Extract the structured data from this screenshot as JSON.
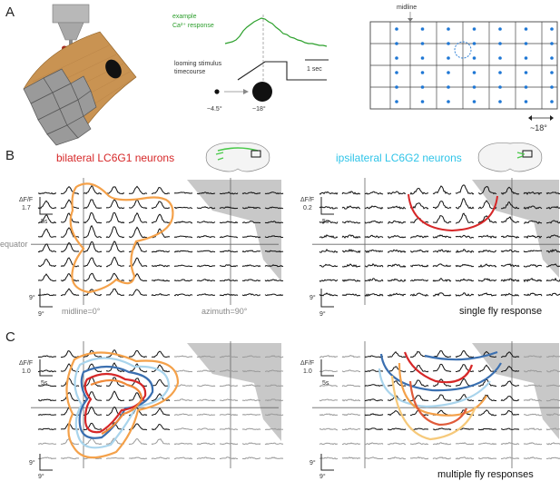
{
  "panels": {
    "a": {
      "letter": "A",
      "trace_label": "example\nCa²⁺ response",
      "stimulus_label": "looming stimulus\ntimecourse",
      "time_scale": "1 sec",
      "size_start": "~4.5°",
      "size_end": "~18°",
      "grid_label": "midline",
      "grid_scale": "~18°",
      "grid_dots": {
        "rows": 6,
        "cols": 7
      }
    },
    "b": {
      "letter": "B",
      "left_title": "bilateral LC6G1 neurons",
      "right_title": "ipsilateral LC6G2 neurons",
      "left_scale_y": "ΔF/F\n1.7",
      "right_scale_y": "ΔF/F\n0.2",
      "scale_x": "5s",
      "equator": "equator",
      "midline": "midline=0°",
      "azimuth": "azimuth=90°",
      "deg": "9°",
      "caption": "single fly response"
    },
    "c": {
      "letter": "C",
      "left_scale_y": "ΔF/F\n1.0",
      "right_scale_y": "ΔF/F\n1.0",
      "scale_x": "5s",
      "deg": "9°",
      "caption": "multiple fly responses"
    }
  },
  "colors": {
    "lc6g1": "#d62728",
    "lc6g2": "#2fc4e8",
    "orange": "#f4a14a",
    "dot_blue": "#1f77d4",
    "trace_green": "#2ca02c",
    "gray_occluded": "#c8c8c8"
  }
}
